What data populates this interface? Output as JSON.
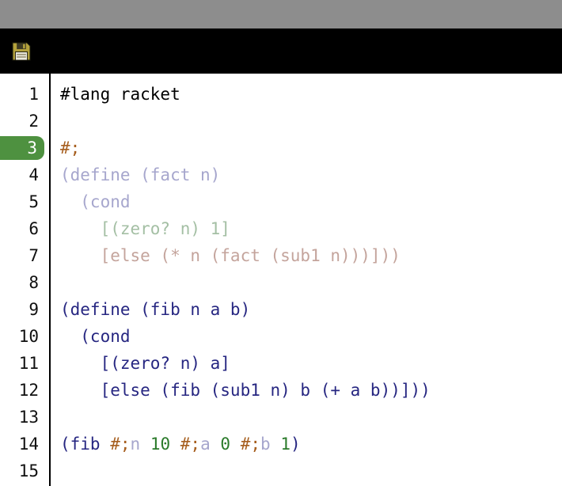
{
  "window": {
    "toolbar": {
      "save_button": {
        "icon": "floppy-disk-save-icon"
      }
    }
  },
  "colors": {
    "plain": "#000000",
    "kw": "#262681",
    "num": "#2a7a2a",
    "cm": "#a65e1e",
    "f1": "#a6a6cd",
    "f2": "#a4bfa4",
    "f3": "#c4a49c",
    "hl": "#4e9140",
    "toolbar_bg": "#000000",
    "titlebar_bg": "#8d8d8d",
    "gutter_line": "#000000"
  },
  "editor": {
    "lines": [
      {
        "num": "1",
        "highlight": false,
        "tokens": [
          {
            "t": "#lang racket",
            "c": "plain"
          }
        ]
      },
      {
        "num": "2",
        "highlight": false,
        "tokens": []
      },
      {
        "num": "3",
        "highlight": true,
        "tokens": [
          {
            "t": "#;",
            "c": "cm"
          }
        ]
      },
      {
        "num": "4",
        "highlight": false,
        "tokens": [
          {
            "t": "(define (fact n)",
            "c": "f1"
          }
        ]
      },
      {
        "num": "5",
        "highlight": false,
        "tokens": [
          {
            "t": "  (cond",
            "c": "f1"
          }
        ]
      },
      {
        "num": "6",
        "highlight": false,
        "tokens": [
          {
            "t": "    [(zero? n) 1]",
            "c": "f2"
          }
        ]
      },
      {
        "num": "7",
        "highlight": false,
        "tokens": [
          {
            "t": "    [else (* n (fact (sub1 n)))]))",
            "c": "f3"
          }
        ]
      },
      {
        "num": "8",
        "highlight": false,
        "tokens": []
      },
      {
        "num": "9",
        "highlight": false,
        "tokens": [
          {
            "t": "(define (fib n a b)",
            "c": "kw"
          }
        ]
      },
      {
        "num": "10",
        "highlight": false,
        "tokens": [
          {
            "t": "  (cond",
            "c": "kw"
          }
        ]
      },
      {
        "num": "11",
        "highlight": false,
        "tokens": [
          {
            "t": "    [(zero? n) a]",
            "c": "kw"
          }
        ]
      },
      {
        "num": "12",
        "highlight": false,
        "tokens": [
          {
            "t": "    [else (fib (sub1 n) b (+ a b))]))",
            "c": "kw"
          }
        ]
      },
      {
        "num": "13",
        "highlight": false,
        "tokens": []
      },
      {
        "num": "14",
        "highlight": false,
        "tokens": [
          {
            "t": "(fib ",
            "c": "kw"
          },
          {
            "t": "#;",
            "c": "cm"
          },
          {
            "t": "n",
            "c": "f1"
          },
          {
            "t": " ",
            "c": "plain"
          },
          {
            "t": "10",
            "c": "num"
          },
          {
            "t": " ",
            "c": "plain"
          },
          {
            "t": "#;",
            "c": "cm"
          },
          {
            "t": "a",
            "c": "f1"
          },
          {
            "t": " ",
            "c": "plain"
          },
          {
            "t": "0",
            "c": "num"
          },
          {
            "t": " ",
            "c": "plain"
          },
          {
            "t": "#;",
            "c": "cm"
          },
          {
            "t": "b",
            "c": "f1"
          },
          {
            "t": " ",
            "c": "plain"
          },
          {
            "t": "1",
            "c": "num"
          },
          {
            "t": ")",
            "c": "kw"
          }
        ]
      },
      {
        "num": "15",
        "highlight": false,
        "tokens": []
      }
    ]
  }
}
